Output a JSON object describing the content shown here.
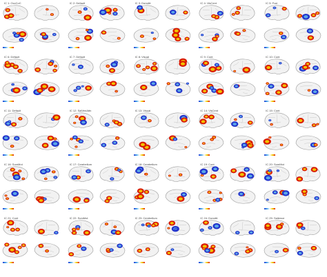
{
  "panels": [
    {
      "title": "IC 1: OccCoC"
    },
    {
      "title": "IC 2: Default"
    },
    {
      "title": "IC 3: DorsAtt"
    },
    {
      "title": "IC 4: VisCent"
    },
    {
      "title": "IC 5: Foci"
    },
    {
      "title": "IC 6: Default"
    },
    {
      "title": "IC 7: Default"
    },
    {
      "title": "IC 8: Visual"
    },
    {
      "title": "IC 9: Cont"
    },
    {
      "title": "IC 10: Cont"
    },
    {
      "title": "IC 11: Default"
    },
    {
      "title": "IC 12: SalVenAttn"
    },
    {
      "title": "IC 13: Visual"
    },
    {
      "title": "IC 14: VisCent"
    },
    {
      "title": "IC 15: Cont"
    },
    {
      "title": "IC 16: SomMot"
    },
    {
      "title": "IC 17: Cerebellum"
    },
    {
      "title": "IC 18: Cerebellum"
    },
    {
      "title": "IC 19: Cont"
    },
    {
      "title": "IC 20: SomMot"
    },
    {
      "title": "IC 21: Cont"
    },
    {
      "title": "IC 22: SomMot"
    },
    {
      "title": "IC 23: Cerebellum"
    },
    {
      "title": "IC 24: DorsAtt"
    },
    {
      "title": "IC 25: Salience"
    }
  ],
  "colors": {
    "cortex": "#f2f2f2",
    "cortex_edge": "#9a9a9a",
    "positive_low": "#f2c200",
    "positive_high": "#d91a00",
    "negative_low": "#5aa6e8",
    "negative_high": "#2233cc"
  }
}
